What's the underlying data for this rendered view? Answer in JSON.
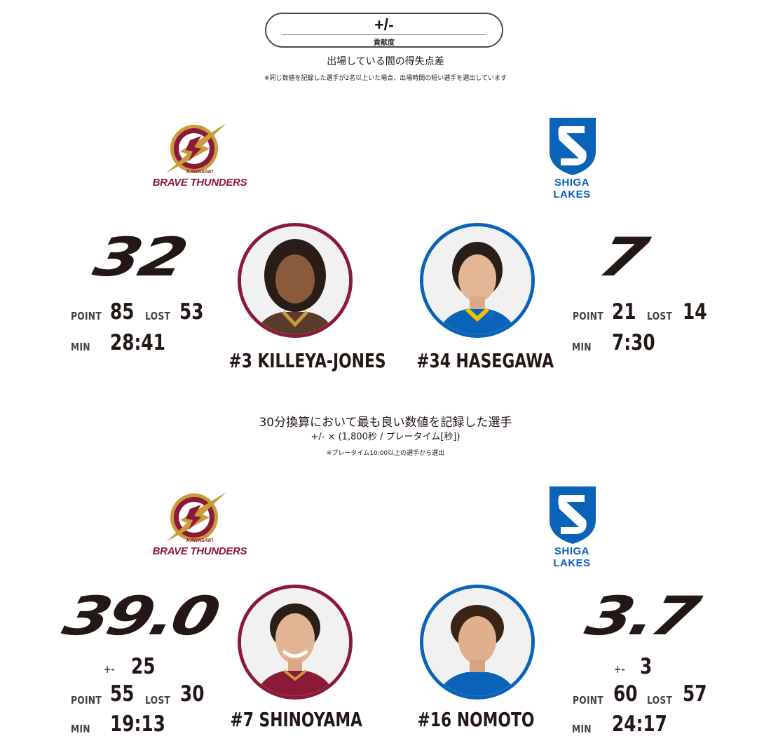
{
  "header": {
    "title": "+/-",
    "title_sub": "貢献度",
    "subtitle": "出場している間の得失点差",
    "note": "※同じ数値を記録した選手が2名以上いた場合、出場時間の短い選手を選出しています"
  },
  "teams": {
    "home": {
      "name": "BRAVE THUNDERS",
      "city": "KAWASAKI",
      "color": "#8b1a39"
    },
    "away": {
      "name": "SHIGA LAKES",
      "color": "#0a63b8"
    }
  },
  "section1": {
    "home": {
      "value": "32",
      "player": "#3 KILLEYA-JONES",
      "point": "85",
      "lost": "53",
      "min": "28:41"
    },
    "away": {
      "value": "7",
      "player": "#34 HASEGAWA",
      "point": "21",
      "lost": "14",
      "min": "7:30"
    }
  },
  "section2": {
    "title": "30分換算において最も良い数値を記録した選手",
    "formula": "+/- × (1,800秒 / プレータイム[秒])",
    "note": "※プレータイム10:00以上の選手から選出",
    "home": {
      "value": "39.0",
      "player": "#7 SHINOYAMA",
      "pm": "25",
      "point": "55",
      "lost": "30",
      "min": "19:13"
    },
    "away": {
      "value": "3.7",
      "player": "#16 NOMOTO",
      "pm": "3",
      "point": "60",
      "lost": "57",
      "min": "24:17"
    }
  },
  "labels": {
    "point": "POINT",
    "lost": "LOST",
    "min": "MIN",
    "pm": "+-"
  }
}
